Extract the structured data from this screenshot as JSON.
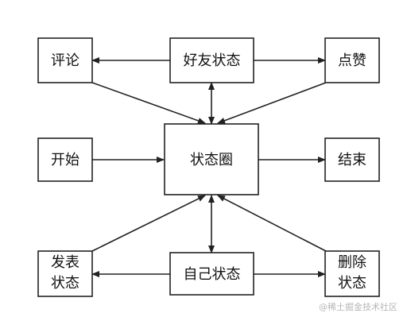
{
  "nodes": {
    "comment": "评论",
    "friend_status": "好友状态",
    "like": "点赞",
    "start": "开始",
    "status_circle": "状态圈",
    "end": "结束",
    "post_status_line1": "发表",
    "post_status_line2": "状态",
    "my_status": "自己状态",
    "delete_status_line1": "删除",
    "delete_status_line2": "状态"
  },
  "watermark": "@稀土掘金技术社区",
  "colors": {
    "stroke": "#222222",
    "text": "#111111",
    "watermark": "#b6b6b6"
  }
}
